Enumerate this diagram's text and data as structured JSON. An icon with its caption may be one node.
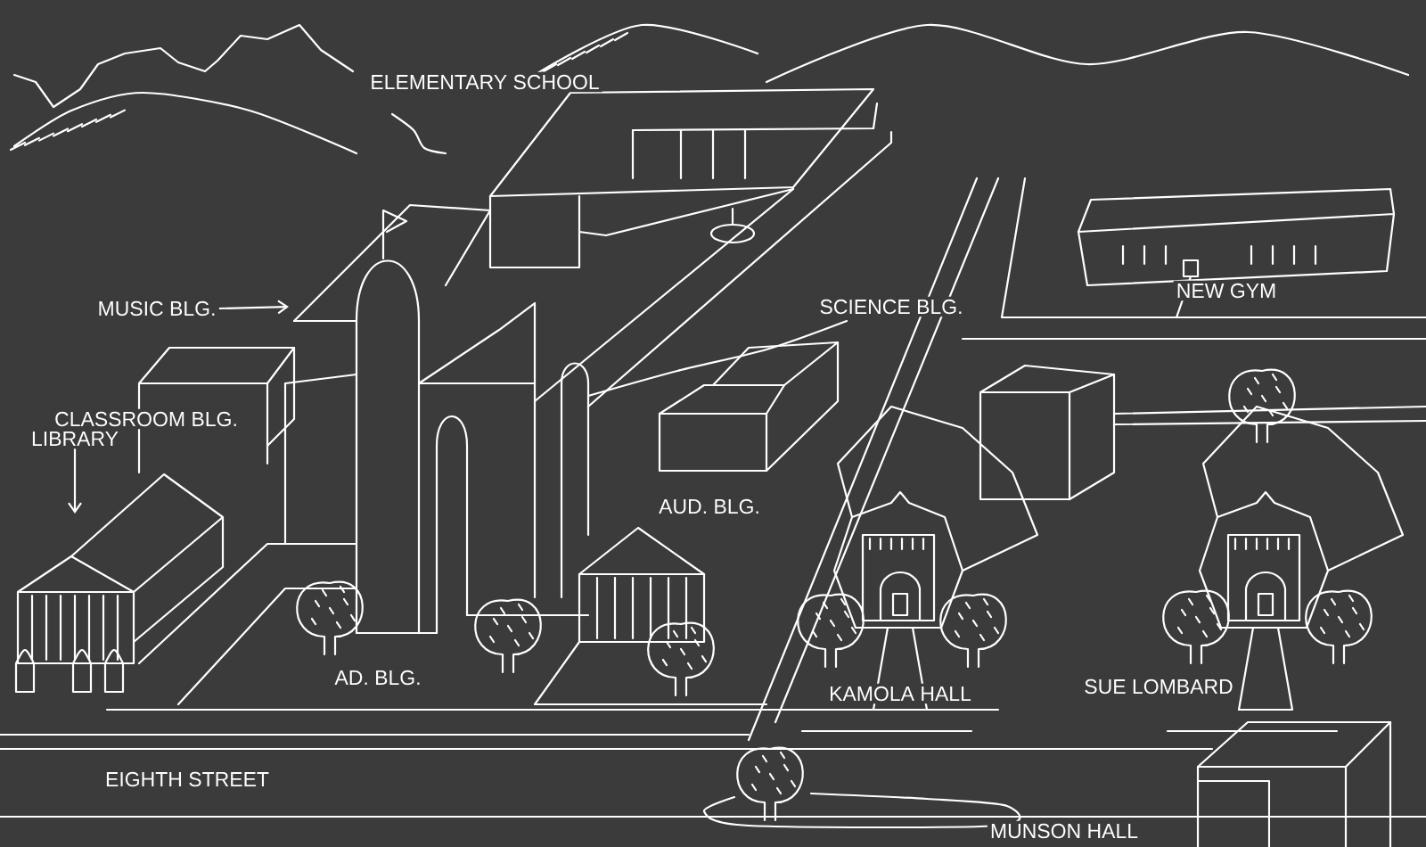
{
  "diagram": {
    "nodes": [
      {
        "text": [
          "MUSIC BLG."
        ]
      },
      {
        "text": [
          "LIBRARY"
        ]
      }
    ],
    "edges": [
      {
        "from": 0,
        "to": null,
        "arrow": "to"
      },
      {
        "from": 1,
        "to": null,
        "arrow": "to"
      }
    ],
    "labels": [
      "ELEMENTARY SCHOOL",
      "CLASSROOM BLG.",
      "SCIENCE BLG.",
      "NEW GYM",
      "AUD. BLG.",
      "AD. BLG.",
      "KAMOLA HALL",
      "SUE LOMBARD",
      "EIGHTH STREET",
      "MUNSON HALL"
    ]
  }
}
